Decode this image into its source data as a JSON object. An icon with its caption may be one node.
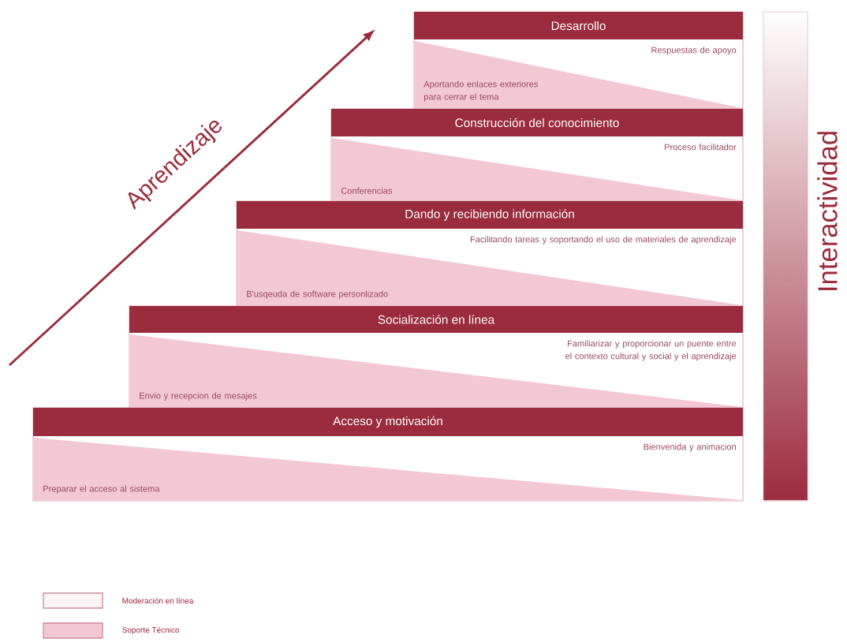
{
  "diagram": {
    "nodes": [
      {
        "text": [
          "Desarrollo",
          "Respuestas de apoyo",
          "Aportando enlaces exteriores para cerrar el tema"
        ]
      },
      {
        "text": [
          "Construcción del conocimiento",
          "Proceso facilitador",
          "Conferencias"
        ]
      },
      {
        "text": [
          "Dando y recibiendo información",
          "Facilitando tareas y soportando el uso de materiales de aprendizaje",
          "B'usqeuda de software personlizado"
        ]
      },
      {
        "text": [
          "Socialización en línea",
          "Familiarizar y proporcionar un puente entre el contexto cultural  y social y el aprendizaje",
          "Envio y recepcion de mesajes"
        ]
      },
      {
        "text": [
          "Acceso y motivación",
          "Bienvenida y animacion",
          "Preparar el acceso al sistema"
        ]
      }
    ],
    "labels": [
      "Aprendizaje",
      "Interactividad"
    ],
    "legend": [
      {
        "text": "Moderación en línea",
        "color": "#fdf4f6"
      },
      {
        "text": "Soporte Técnico",
        "color": "#f2c8d3"
      }
    ]
  }
}
